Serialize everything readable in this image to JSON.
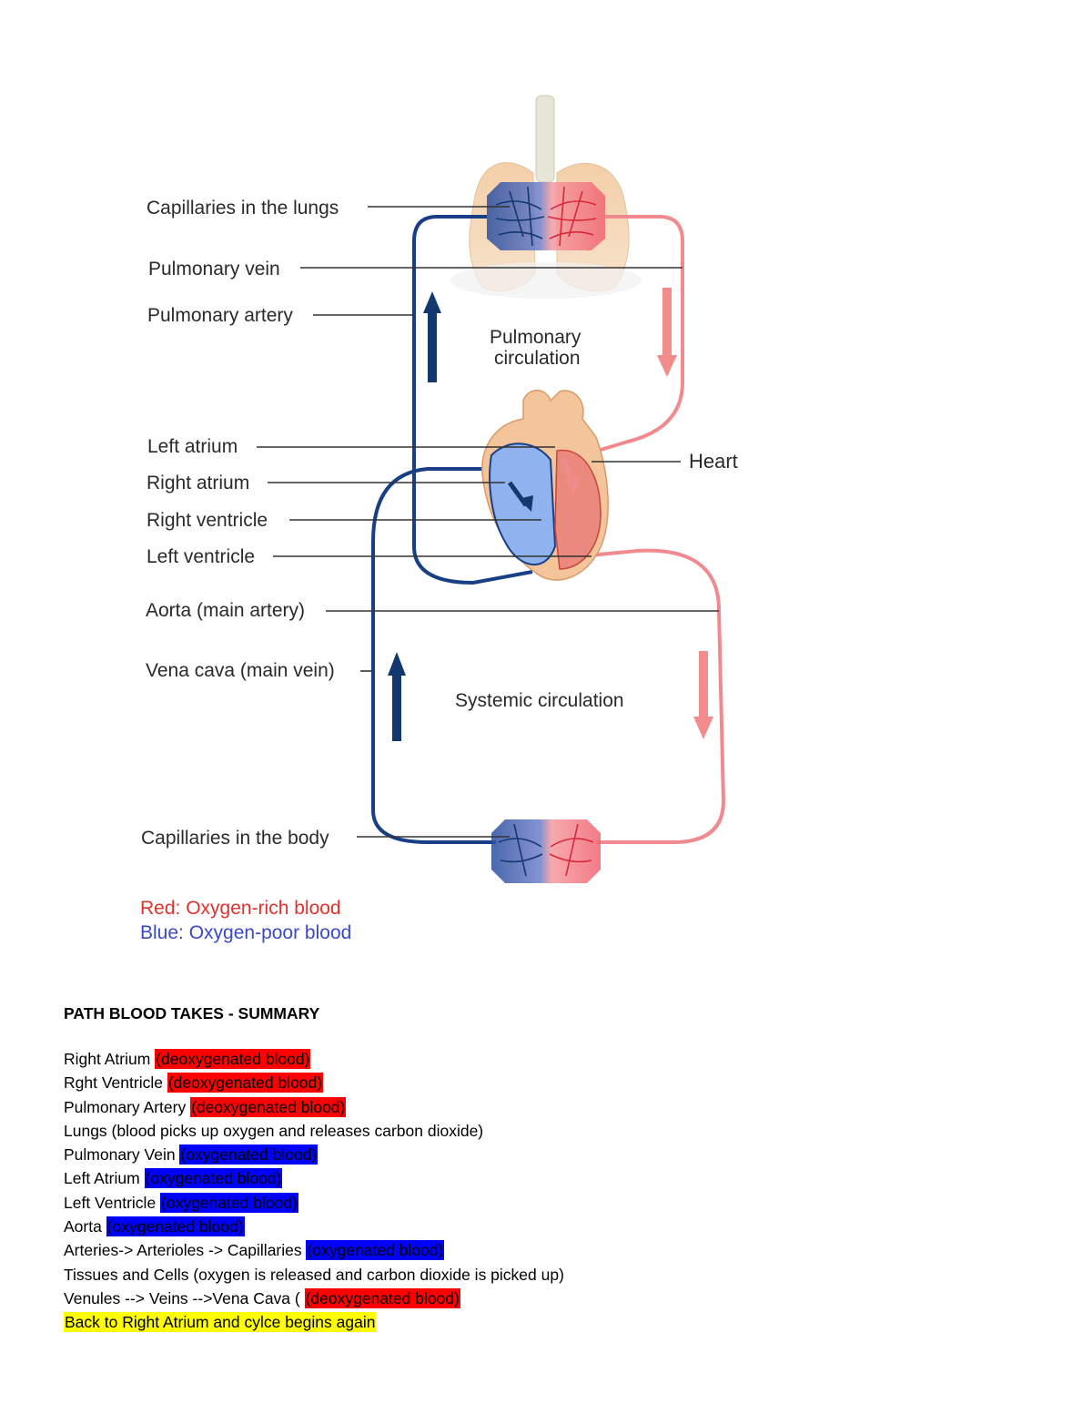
{
  "diagram": {
    "labels": {
      "capillaries_lungs": "Capillaries in the lungs",
      "pulmonary_vein": "Pulmonary vein",
      "pulmonary_artery": "Pulmonary artery",
      "left_atrium": "Left atrium",
      "right_atrium": "Right atrium",
      "right_ventricle": "Right ventricle",
      "left_ventricle": "Left ventricle",
      "aorta": "Aorta (main artery)",
      "vena_cava": "Vena cava (main vein)",
      "capillaries_body": "Capillaries in the body",
      "heart": "Heart",
      "pulmonary_circ_1": "Pulmonary",
      "pulmonary_circ_2": "circulation",
      "systemic_circ": "Systemic circulation"
    },
    "legend": {
      "red": "Red: Oxygen-rich blood",
      "blue": "Blue: Oxygen-poor blood"
    },
    "colors": {
      "oxygen_rich": "#f08a8f",
      "oxygen_poor": "#183f86",
      "arrow_rich": "#f28b8b",
      "arrow_poor": "#12386e"
    }
  },
  "summary": {
    "title": "PATH BLOOD TAKES - SUMMARY",
    "colors": {
      "red": "#ff0000",
      "blue": "#0000ff",
      "yellow": "#ffff00"
    },
    "lines": [
      {
        "text": "Right Atrium ",
        "hl": "(deoxygenated blood)",
        "hl_color": "red"
      },
      {
        "text": "Rght Ventricle ",
        "hl": "(deoxygenated blood)",
        "hl_color": "red"
      },
      {
        "text": "Pulmonary Artery ",
        "hl": "(deoxygenated blood)",
        "hl_color": "red"
      },
      {
        "text": "Lungs (blood picks up oxygen and releases carbon dioxide)",
        "hl": "",
        "hl_color": ""
      },
      {
        "text": "Pulmonary Vein ",
        "hl": "(oxygenated blood)",
        "hl_color": "blue"
      },
      {
        "text": "Left Atrium ",
        "hl": "(oxygenated blood)",
        "hl_color": "blue"
      },
      {
        "text": "Left Ventricle ",
        "hl": "(oxygenated blood)",
        "hl_color": "blue"
      },
      {
        "text": "Aorta ",
        "hl": "(oxygenated blood)",
        "hl_color": "blue"
      },
      {
        "text": "Arteries-> Arterioles -> Capillaries ",
        "hl": "(oxygenated blood)",
        "hl_color": "blue"
      },
      {
        "text": "Tissues and Cells (oxygen is released and carbon dioxide is picked up)",
        "hl": "",
        "hl_color": ""
      },
      {
        "text": "Venules --> Veins -->Vena Cava ( ",
        "hl": "(deoxygenated blood)",
        "hl_color": "red"
      },
      {
        "text": "",
        "hl": "Back to Right Atrium and cylce begins again",
        "hl_color": "yellow"
      }
    ]
  }
}
